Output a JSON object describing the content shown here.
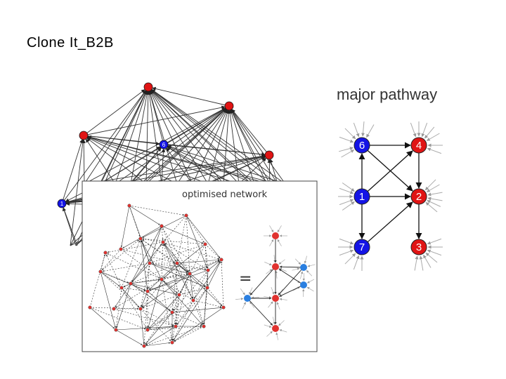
{
  "slide": {
    "title": "Clone It_B2B"
  },
  "background_network": {
    "nodes": [
      {
        "label": "",
        "color": "red"
      },
      {
        "label": "",
        "color": "red"
      },
      {
        "label": "",
        "color": "red"
      },
      {
        "label": "6",
        "color": "blue"
      },
      {
        "label": "",
        "color": "red"
      },
      {
        "label": "1",
        "color": "blue"
      }
    ]
  },
  "optimised_panel": {
    "title": "optimised network",
    "equals": "="
  },
  "major_pathway": {
    "title": "major pathway",
    "nodes": [
      {
        "id": "n6",
        "label": "6",
        "color": "#1414e6"
      },
      {
        "id": "n4",
        "label": "4",
        "color": "#e01414"
      },
      {
        "id": "n1",
        "label": "1",
        "color": "#1414e6"
      },
      {
        "id": "n2",
        "label": "2",
        "color": "#e01414"
      },
      {
        "id": "n7",
        "label": "7",
        "color": "#1414e6"
      },
      {
        "id": "n3",
        "label": "3",
        "color": "#e01414"
      }
    ],
    "edges": [
      [
        "n1",
        "n6"
      ],
      [
        "n1",
        "n7"
      ],
      [
        "n1",
        "n2"
      ],
      [
        "n1",
        "n4"
      ],
      [
        "n6",
        "n2"
      ],
      [
        "n6",
        "n4"
      ],
      [
        "n4",
        "n2"
      ],
      [
        "n7",
        "n2"
      ],
      [
        "n2",
        "n3"
      ]
    ]
  },
  "colors": {
    "red": "#e01414",
    "blue": "#1414e6",
    "node_red_small": "#e0322f",
    "node_blue_small": "#2a7fe0"
  }
}
